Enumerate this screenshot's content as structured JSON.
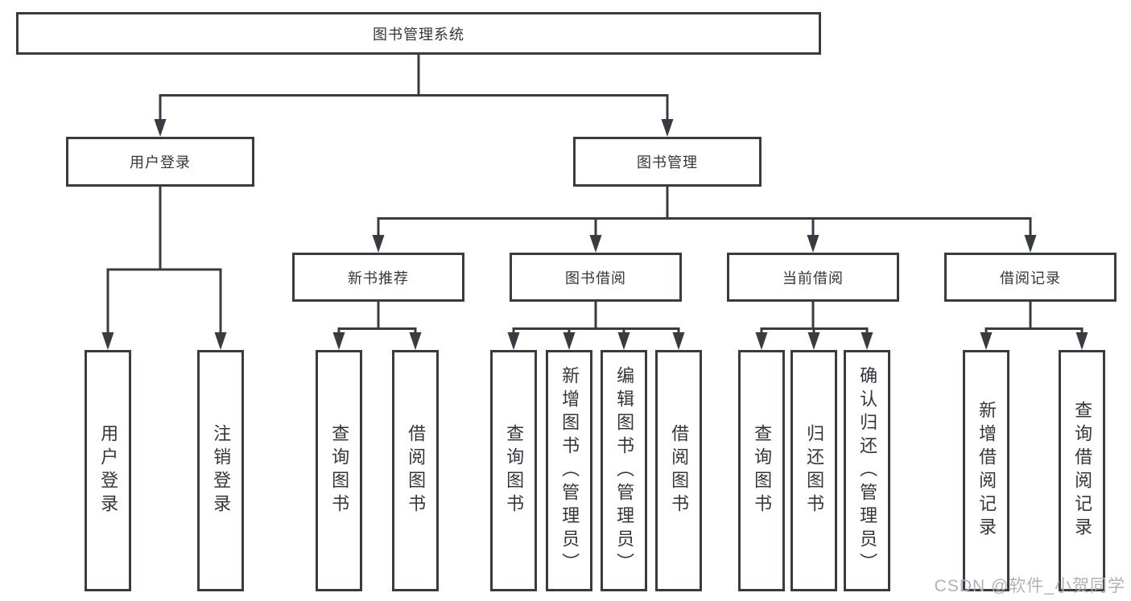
{
  "tree": {
    "root": {
      "label": "图书管理系统"
    },
    "branches": [
      {
        "label": "用户登录",
        "children": [
          {
            "label": "用户登录"
          },
          {
            "label": "注销登录"
          }
        ]
      },
      {
        "label": "图书管理",
        "groups": [
          {
            "label": "新书推荐",
            "children": [
              {
                "label": "查询图书"
              },
              {
                "label": "借阅图书"
              }
            ]
          },
          {
            "label": "图书借阅",
            "children": [
              {
                "label": "查询图书"
              },
              {
                "label": "新增图书（管理员）"
              },
              {
                "label": "编辑图书（管理员）"
              },
              {
                "label": "借阅图书"
              }
            ]
          },
          {
            "label": "当前借阅",
            "children": [
              {
                "label": "查询图书"
              },
              {
                "label": "归还图书"
              },
              {
                "label": "确认归还（管理员）"
              }
            ]
          },
          {
            "label": "借阅记录",
            "children": [
              {
                "label": "新增借阅记录"
              },
              {
                "label": "查询借阅记录"
              }
            ]
          }
        ]
      }
    ]
  },
  "watermark": {
    "text": "CSDN @软件_小贺同学"
  },
  "colors": {
    "line": "#383b40",
    "box_border": "#383b40",
    "text": "#33363b",
    "watermark": "#b2b2b2",
    "background": "#ffffff"
  }
}
